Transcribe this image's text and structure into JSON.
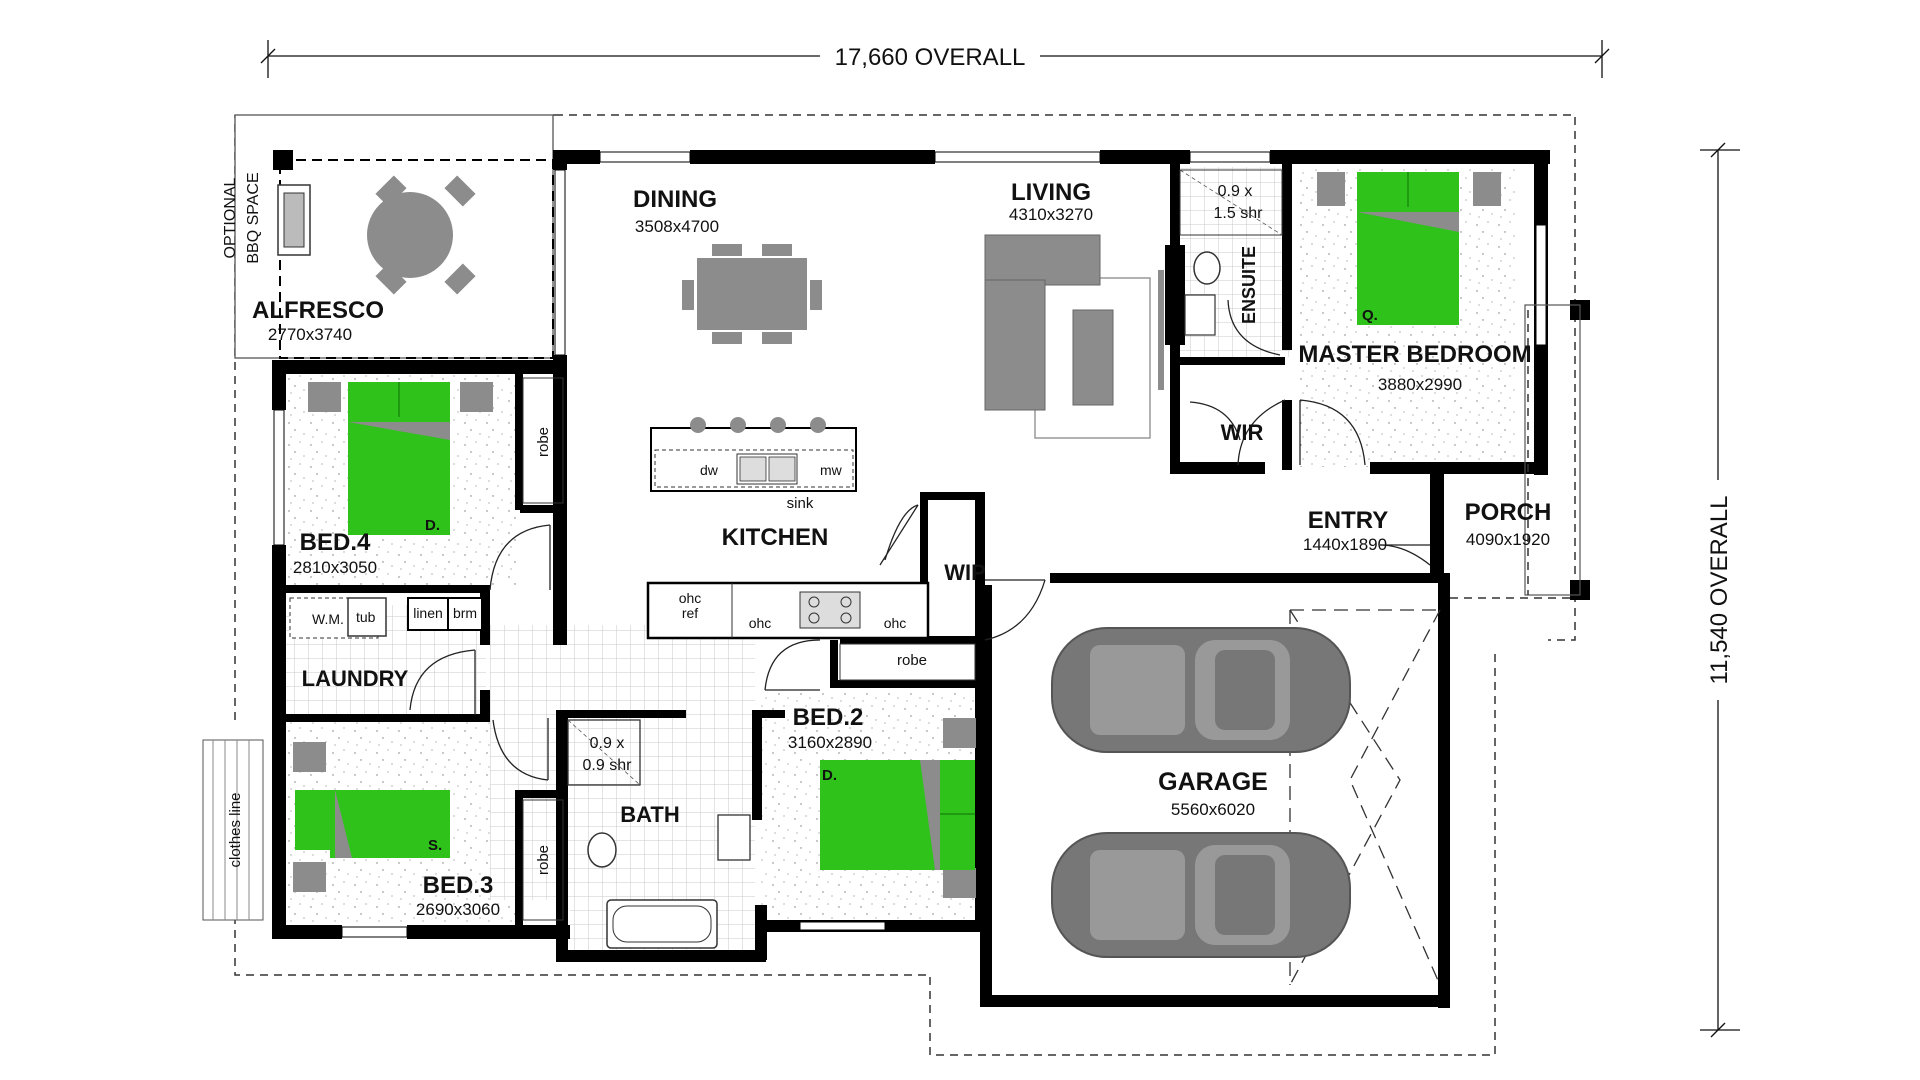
{
  "dimensions": {
    "overall_width": "17,660 OVERALL",
    "overall_height": "11,540 OVERALL"
  },
  "rooms": {
    "alfresco": {
      "name": "ALFRESCO",
      "size": "2770x3740"
    },
    "bbq_line1": "OPTIONAL",
    "bbq_line2": "BBQ SPACE",
    "dining": {
      "name": "DINING",
      "size": "3508x4700"
    },
    "living": {
      "name": "LIVING",
      "size": "4310x3270"
    },
    "kitchen": {
      "name": "KITCHEN"
    },
    "master": {
      "name": "MASTER BEDROOM",
      "size": "3880x2990"
    },
    "ensuite": {
      "name": "ENSUITE"
    },
    "wir": {
      "name": "WIR"
    },
    "entry": {
      "name": "ENTRY",
      "size": "1440x1890"
    },
    "porch": {
      "name": "PORCH",
      "size": "4090x1920"
    },
    "bed4": {
      "name": "BED.4",
      "size": "2810x3050"
    },
    "laundry": {
      "name": "LAUNDRY"
    },
    "bed3": {
      "name": "BED.3",
      "size": "2690x3060"
    },
    "bath": {
      "name": "BATH"
    },
    "bed2": {
      "name": "BED.2",
      "size": "3160x2890"
    },
    "wip": {
      "name": "WIP"
    },
    "garage": {
      "name": "GARAGE",
      "size": "5560x6020"
    }
  },
  "fixtures": {
    "robe": "robe",
    "sink": "sink",
    "dw": "dw",
    "mw": "mw",
    "ohc": "ohc",
    "ref": "ref",
    "tub": "tub",
    "wm": "W.M.",
    "linen": "linen",
    "brm": "brm",
    "shr_ensuite_1": "0.9 x",
    "shr_ensuite_2": "1.5 shr",
    "shr_bath_1": "0.9 x",
    "shr_bath_2": "0.9 shr",
    "clothes_line": "clothes line",
    "bed_d": "D.",
    "bed_q": "Q.",
    "bed_s": "S."
  },
  "colors": {
    "bed_green": "#2ec21a",
    "furniture_grey": "#8c8c8c",
    "wall": "#000000"
  }
}
